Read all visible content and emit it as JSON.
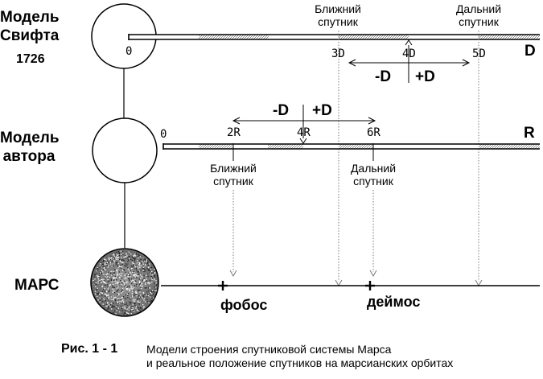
{
  "swift": {
    "label_line1": "Модель",
    "label_line2": "Свифта",
    "year": "1726",
    "zero": "0",
    "near_line1": "Ближний",
    "near_line2": "спутник",
    "far_line1": "Дальний",
    "far_line2": "спутник",
    "tick_3": "3D",
    "tick_4": "4D",
    "tick_5": "5D",
    "axis_unit": "D",
    "minus": "-D",
    "plus": "+D"
  },
  "author": {
    "label_line1": "Модель",
    "label_line2": "автора",
    "zero": "0",
    "tick_2": "2R",
    "tick_4": "4R",
    "tick_6": "6R",
    "axis_unit": "R",
    "minus": "-D",
    "plus": "+D",
    "near_line1": "Ближний",
    "near_line2": "спутник",
    "far_line1": "Дальний",
    "far_line2": "спутник"
  },
  "mars": {
    "label": "МАРС",
    "phobos": "фобос",
    "deimos": "деймос"
  },
  "caption": {
    "figure": "Рис. 1 - 1",
    "line1": "Модели строения спутниковой системы Марса",
    "line2": "и реальное положение спутников на марсианских орбитах"
  },
  "colors": {
    "ink": "#000000",
    "paper": "#ffffff",
    "hatch": "#9a9a9a",
    "guide": "#777777"
  }
}
